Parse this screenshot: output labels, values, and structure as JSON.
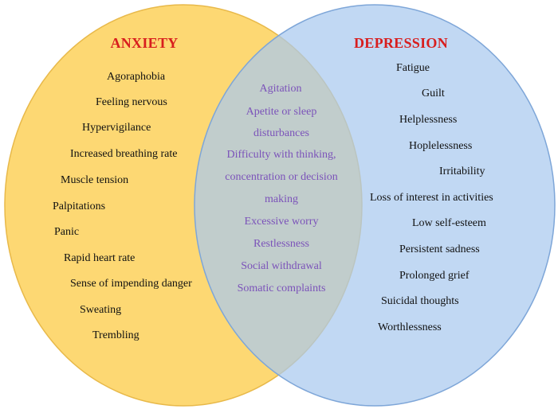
{
  "colors": {
    "anxiety_fill": "#fdd873",
    "anxiety_stroke": "#e8b94a",
    "depression_fill": "#a9c9ef",
    "depression_stroke": "#7ea6d8",
    "title_color": "#d81e1e",
    "overlap_text_color": "#7b52b9",
    "text_color": "#111111"
  },
  "anxiety": {
    "title": "ANXIETY",
    "items": [
      "Agoraphobia",
      "Feeling nervous",
      "Hypervigilance",
      "Increased breathing rate",
      "Muscle tension",
      "Palpitations",
      "Panic",
      "Rapid heart rate",
      "Sense of impending danger",
      "Sweating",
      "Trembling"
    ]
  },
  "depression": {
    "title": "DEPRESSION",
    "items": [
      "Fatigue",
      "Guilt",
      "Helplessness",
      "Hoplelessness",
      "Irritability",
      "Loss of interest in activities",
      "Low self-esteem",
      "Persistent sadness",
      "Prolonged grief",
      "Suicidal thoughts",
      "Worthlessness"
    ]
  },
  "overlap": {
    "items": [
      "Agitation",
      "Apetite or sleep",
      "disturbances",
      "Difficulty with thinking,",
      "concentration or decision",
      "making",
      "Excessive worry",
      "Restlessness",
      "Social withdrawal",
      "Somatic complaints"
    ]
  }
}
